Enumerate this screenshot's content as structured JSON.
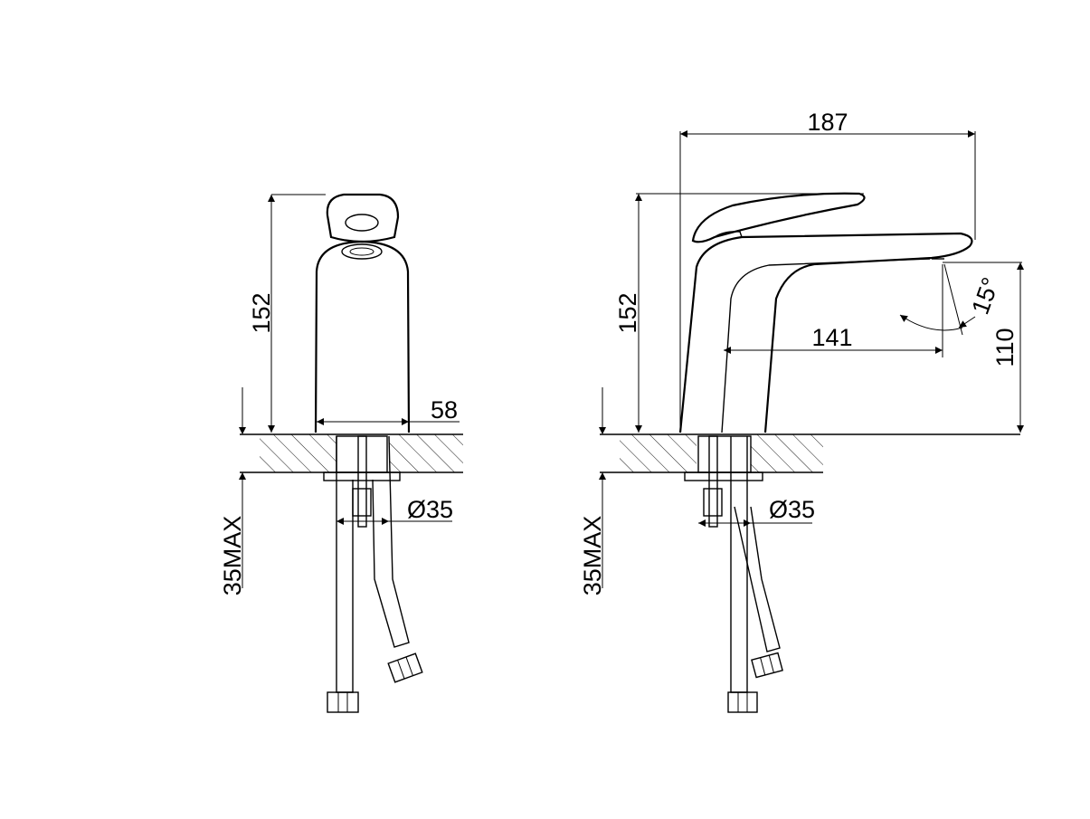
{
  "front_view": {
    "height_label": "152",
    "base_width_label": "58",
    "hole_diameter_label": "Ø35",
    "counter_thickness_label": "35MAX"
  },
  "side_view": {
    "overall_length_label": "187",
    "height_label": "152",
    "spout_reach_label": "141",
    "spout_height_label": "110",
    "angle_label": "15°",
    "hole_diameter_label": "Ø35",
    "counter_thickness_label": "35MAX"
  }
}
